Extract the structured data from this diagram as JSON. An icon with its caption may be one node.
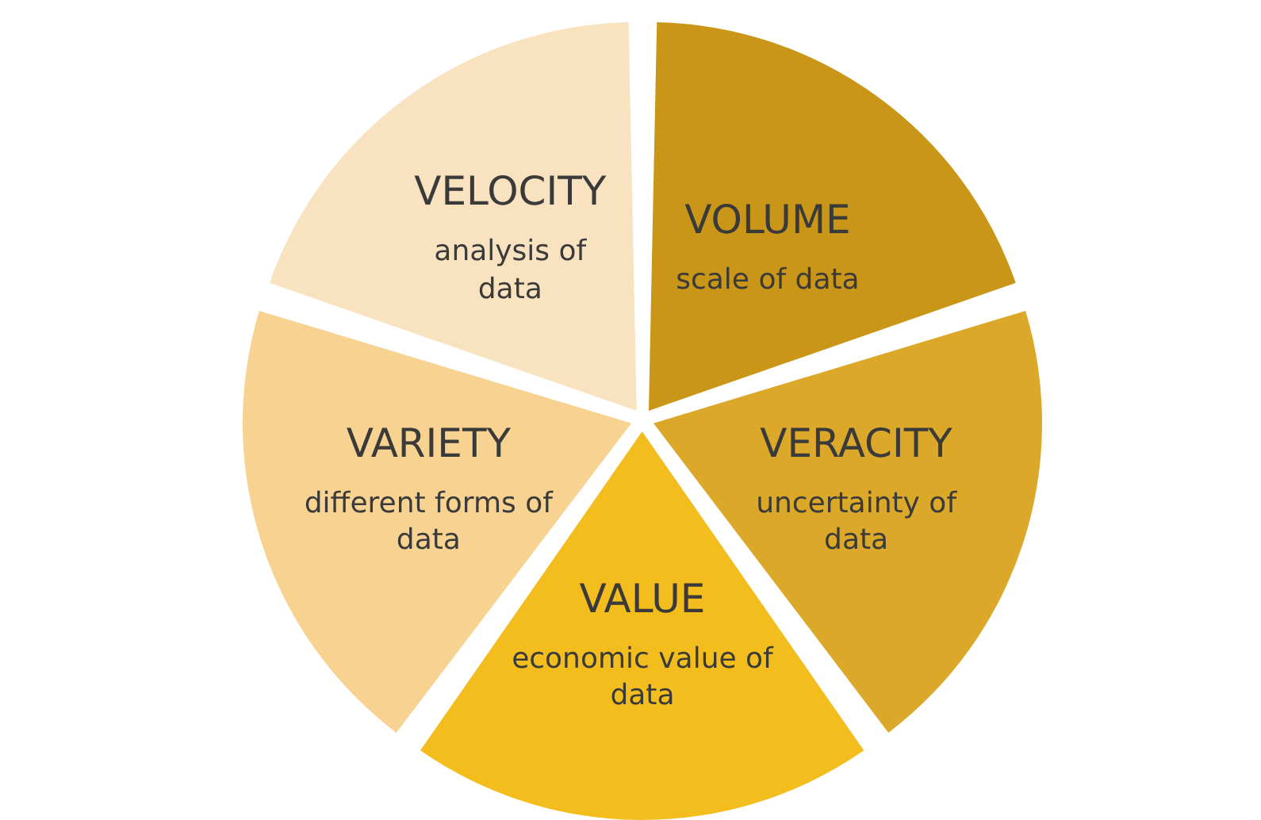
{
  "diagram": {
    "nodes": [
      {
        "text": [
          "VOLUME",
          "scale of data"
        ]
      },
      {
        "text": [
          "VERACITY",
          "uncertainty of data"
        ]
      },
      {
        "text": [
          "VALUE",
          "economic value of data"
        ]
      },
      {
        "text": [
          "VARIETY",
          "different forms of data"
        ]
      },
      {
        "text": [
          "VELOCITY",
          "analysis of data"
        ]
      }
    ]
  }
}
